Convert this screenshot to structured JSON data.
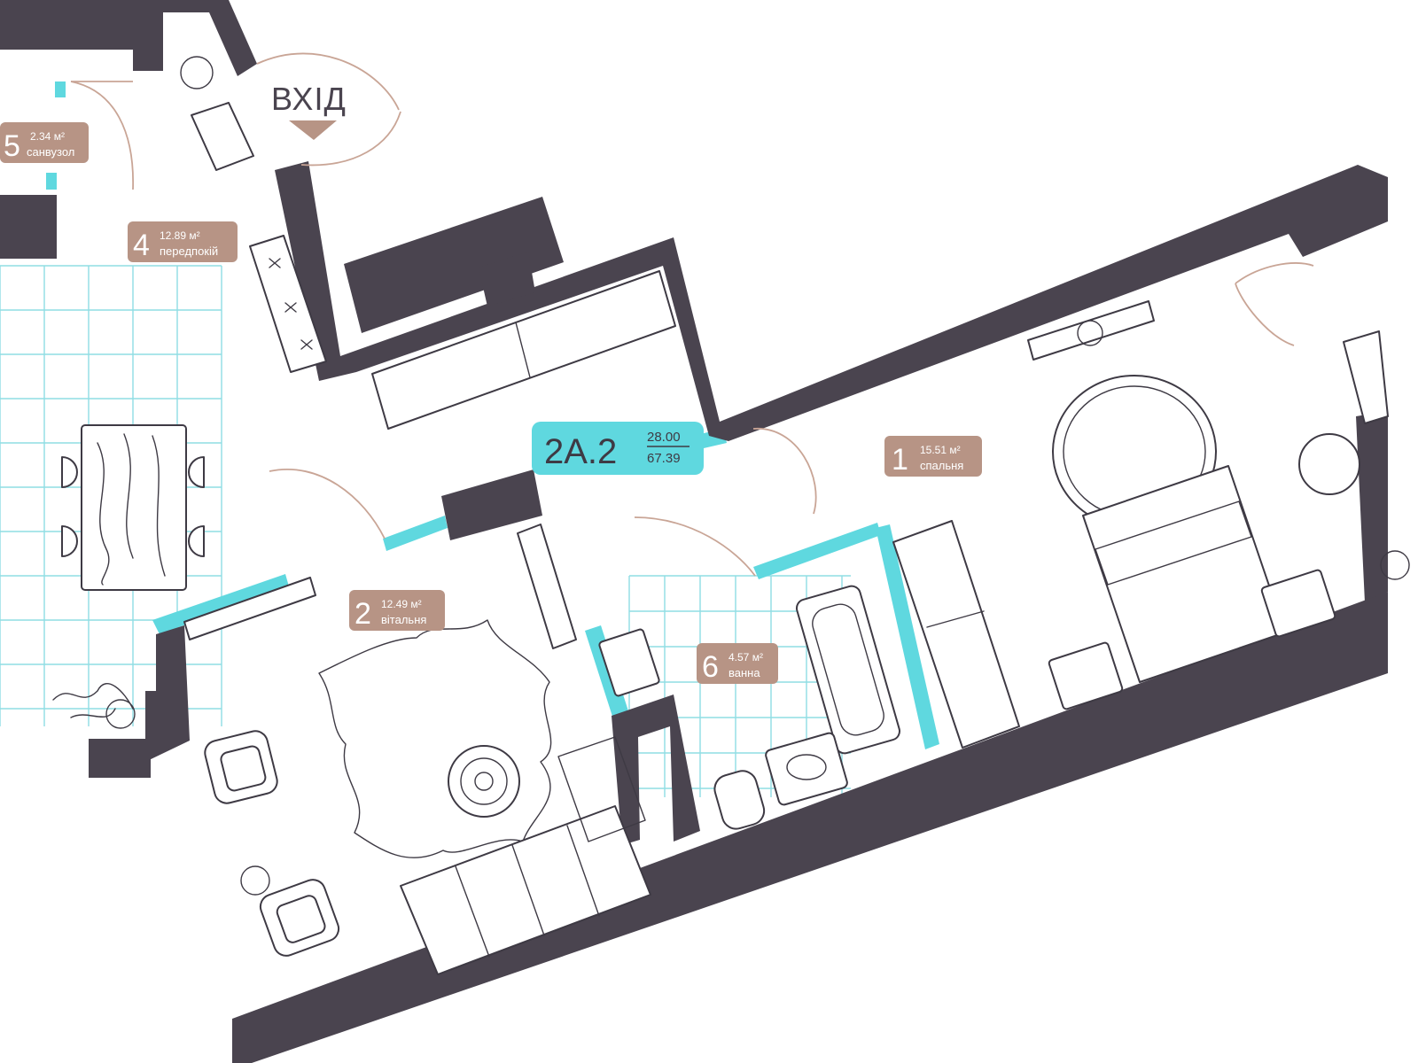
{
  "entrance": {
    "label": "ВХІД"
  },
  "unit": {
    "code": "2A.2",
    "value_top": "28.00",
    "value_bottom": "67.39"
  },
  "rooms": [
    {
      "number": "1",
      "area": "15.51 м²",
      "name": "спальня"
    },
    {
      "number": "2",
      "area": "12.49 м²",
      "name": "вітальня"
    },
    {
      "number": "4",
      "area": "12.89 м²",
      "name": "передпокій"
    },
    {
      "number": "5",
      "area": "2.34 м²",
      "name": "санвузол"
    },
    {
      "number": "6",
      "area": "4.57 м²",
      "name": "ванна"
    }
  ],
  "colors": {
    "wall": "#4a444f",
    "accent": "#5fd8df",
    "tile": "#8fdde4",
    "label": "#b79485",
    "arrow": "#b79485"
  }
}
